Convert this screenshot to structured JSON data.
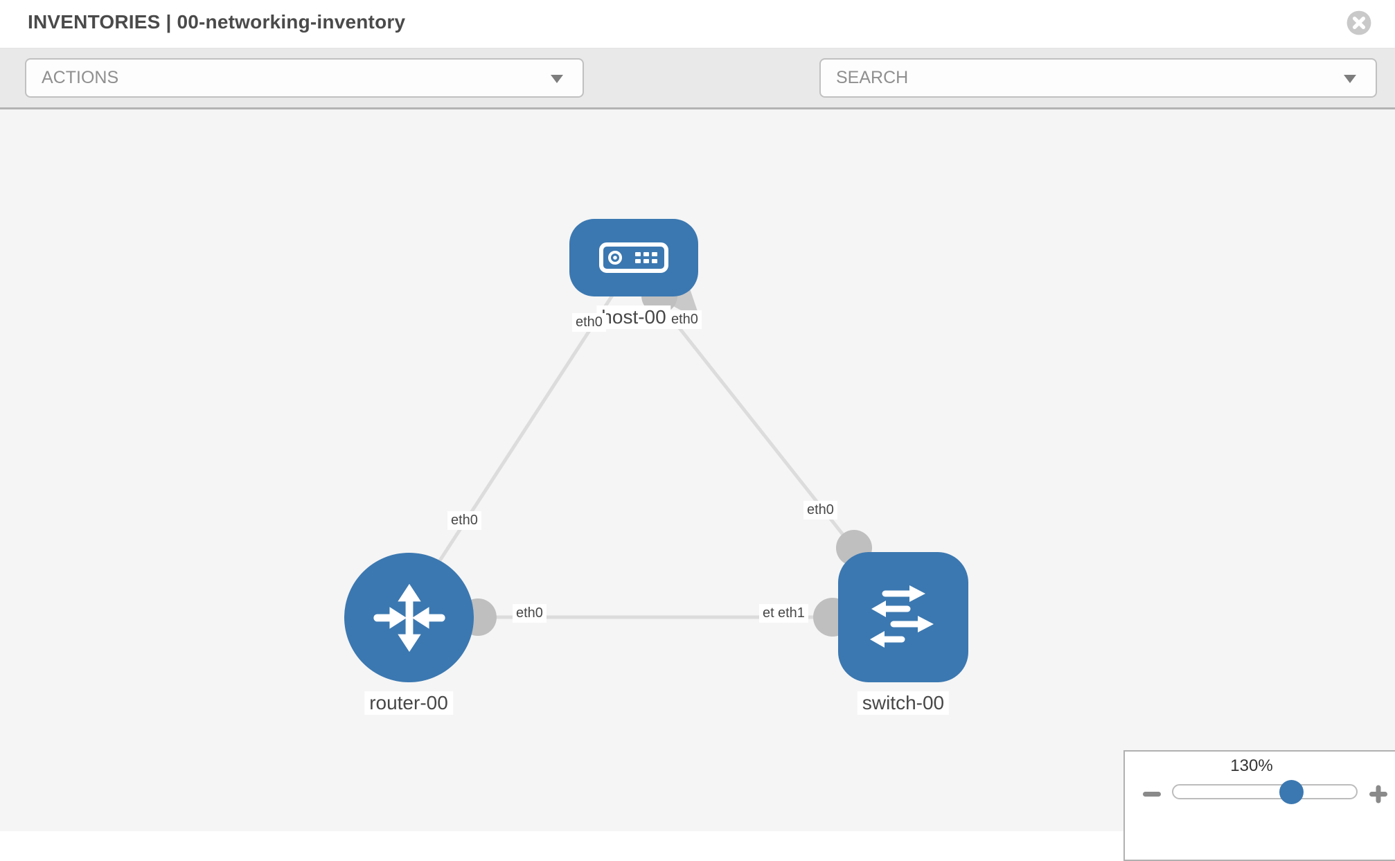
{
  "header": {
    "title": "INVENTORIES | 00-networking-inventory"
  },
  "toolbar": {
    "actions_label": "ACTIONS",
    "search_placeholder": "SEARCH"
  },
  "icons": {
    "close": "circle-x",
    "wrench": "wrench",
    "key": "key",
    "actions_caret": "triangle-down",
    "search_caret": "triangle-down",
    "zoom_out": "minus",
    "zoom_in": "plus"
  },
  "colors": {
    "node_blue": "#3b78b1",
    "link_gray": "#dcdcdc",
    "port_gray": "#bfbfbf",
    "canvas_bg": "#f5f5f5",
    "toolbar_bg": "#e9e9e9"
  },
  "topology": {
    "nodes": [
      {
        "id": "host-00",
        "type": "host",
        "label": "host-00"
      },
      {
        "id": "router-00",
        "type": "router",
        "label": "router-00"
      },
      {
        "id": "switch-00",
        "type": "switch",
        "label": "switch-00"
      }
    ],
    "links": [
      {
        "from": "host-00",
        "to": "router-00"
      },
      {
        "from": "host-00",
        "to": "switch-00"
      },
      {
        "from": "router-00",
        "to": "switch-00"
      }
    ],
    "interfaces": {
      "host_on_router_link": "eth0",
      "host_on_switch_link": "eth0",
      "router_on_host_link": "eth0",
      "router_on_switch_link": "eth0",
      "switch_on_host_link": "eth0",
      "switch_on_router_link": "eth1",
      "switch_on_router_link_under": "eth0"
    }
  },
  "zoom_control": {
    "level": "130%",
    "percent": 64
  }
}
